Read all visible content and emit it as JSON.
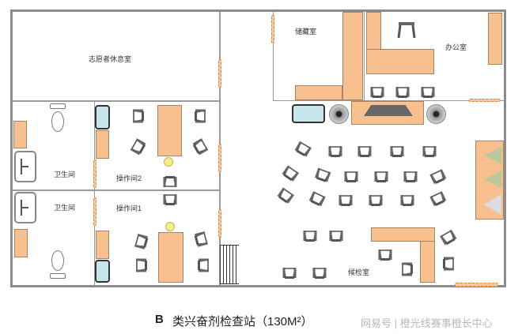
{
  "rooms": {
    "volunteer_lounge": "志愿者休息室",
    "storage": "储藏室",
    "office": "办公室",
    "restroom_top": "卫生间",
    "restroom_bottom": "卫生间",
    "operation_room_2": "操作间2",
    "operation_room_1": "操作间1",
    "waiting_room": "候检室"
  },
  "caption": {
    "prefix": "B",
    "title": "类兴奋剂检查站（130M²）"
  },
  "watermark": "网易号 | 橙光线赛事橙长中心",
  "colors": {
    "wall": "#8c8c8c",
    "furniture": "#f8c08e",
    "glass": "#c7e6ec",
    "chair": "#555555",
    "lamp": "#f2ee8a"
  }
}
